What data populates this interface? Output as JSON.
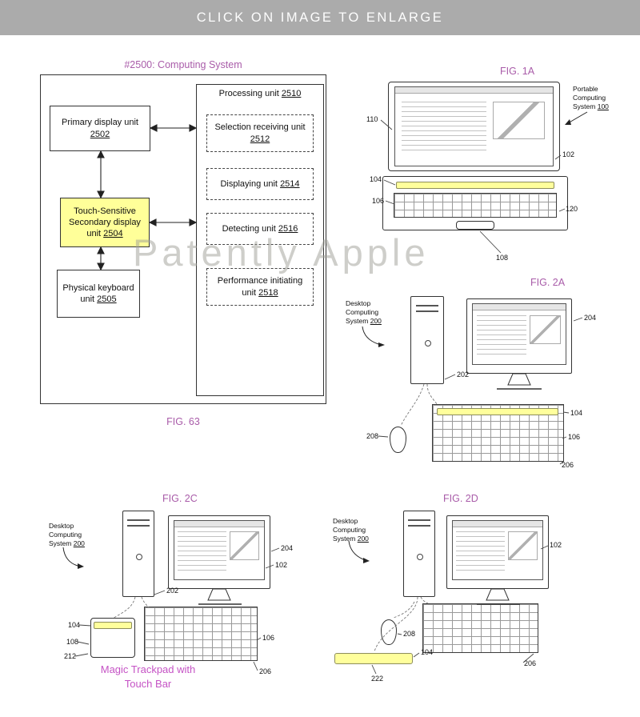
{
  "banner": {
    "text": "CLICK ON IMAGE TO ENLARGE"
  },
  "watermark": "Patently Apple",
  "colors": {
    "banner_bg": "#ababab",
    "figure_caption": "#a95ca9",
    "annotation_magenta": "#c553c5",
    "highlight_yellow": "#ffff99"
  },
  "fig63": {
    "title": "#2500: Computing System",
    "caption": "FIG. 63",
    "primary_display": {
      "text": "Primary display unit",
      "num": "2502"
    },
    "touch_secondary": {
      "text": "Touch-Sensitive Secondary display unit",
      "num": "2504"
    },
    "physical_keyboard": {
      "text": "Physical keyboard unit",
      "num": "2505"
    },
    "processing": {
      "text": "Processing unit",
      "num": "2510"
    },
    "sub_units": [
      {
        "text": "Selection receiving unit",
        "num": "2512"
      },
      {
        "text": "Displaying unit",
        "num": "2514"
      },
      {
        "text": "Detecting unit",
        "num": "2516"
      },
      {
        "text": "Performance initiating unit",
        "num": "2518"
      }
    ]
  },
  "fig1a": {
    "caption": "FIG. 1A",
    "system_label": {
      "text": "Portable Computing System",
      "num": "100"
    },
    "refs": {
      "display": "110",
      "housing": "102",
      "touch_bar": "104",
      "keyboard": "106",
      "base": "120",
      "trackpad": "108"
    }
  },
  "fig2a": {
    "caption": "FIG. 2A",
    "system_label": {
      "text": "Desktop Computing System",
      "num": "200"
    },
    "refs": {
      "tower": "202",
      "monitor": "204",
      "touch_bar": "104",
      "keyboard": "106",
      "keyboard_unit": "206",
      "mouse": "208"
    }
  },
  "fig2c": {
    "caption": "FIG. 2C",
    "system_label": {
      "text": "Desktop Computing System",
      "num": "200"
    },
    "annotation": "Magic Trackpad with Touch Bar",
    "refs": {
      "monitor": "204",
      "display": "102",
      "tower": "202",
      "touch_bar": "104",
      "trackpad": "108",
      "trackpad_unit": "212",
      "keyboard": "106",
      "keyboard_unit": "206"
    }
  },
  "fig2d": {
    "caption": "FIG. 2D",
    "system_label": {
      "text": "Desktop Computing System",
      "num": "200"
    },
    "refs": {
      "display": "102",
      "mouse": "208",
      "touch_bar": "104",
      "keyboard_unit": "206",
      "touch_bar_unit": "222"
    }
  }
}
